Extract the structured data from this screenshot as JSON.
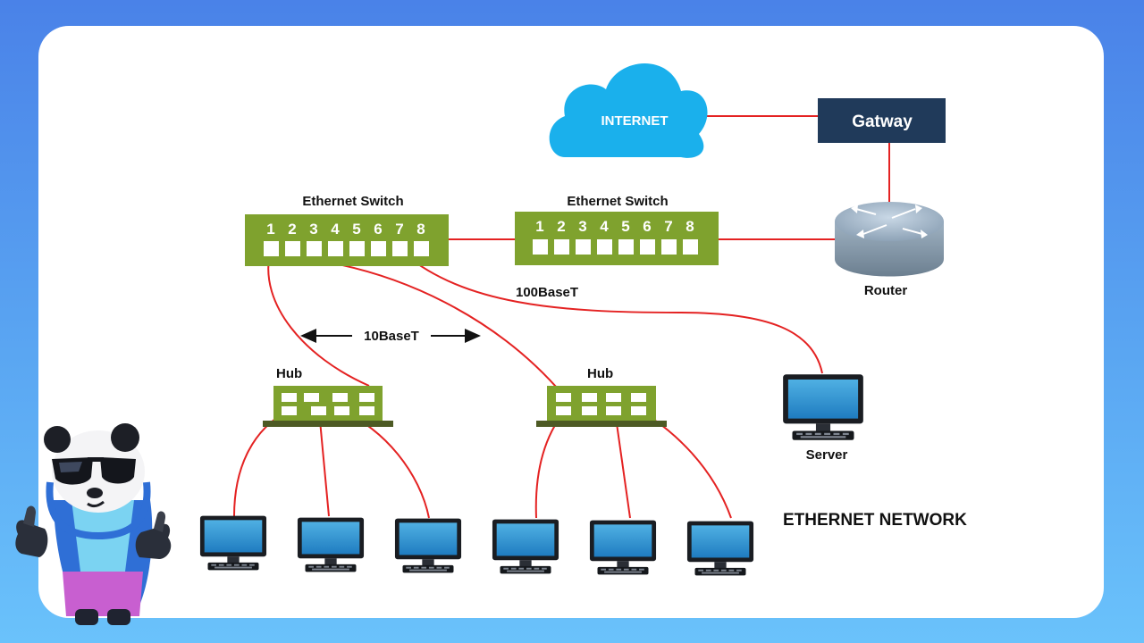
{
  "diagram": {
    "internet": "INTERNET",
    "gateway": "Gatway",
    "router": "Router",
    "switch1": {
      "label": "Ethernet Switch",
      "ports": [
        "1",
        "2",
        "3",
        "4",
        "5",
        "6",
        "7",
        "8"
      ]
    },
    "switch2": {
      "label": "Ethernet Switch",
      "ports": [
        "1",
        "2",
        "3",
        "4",
        "5",
        "6",
        "7",
        "8"
      ]
    },
    "speed_fast": "100BaseT",
    "speed_slow": "10BaseT",
    "hub1": "Hub",
    "hub2": "Hub",
    "server": "Server",
    "title": "ETHERNET NETWORK",
    "icons": [
      "cloud-icon",
      "router-icon",
      "server-monitor-icon",
      "computer-monitor-icon",
      "panda-mascot"
    ]
  },
  "colors": {
    "cable": "#e42222",
    "device_green": "#7fa22e",
    "cloud_blue": "#1ab0ec",
    "gateway_navy": "#203a5a"
  }
}
